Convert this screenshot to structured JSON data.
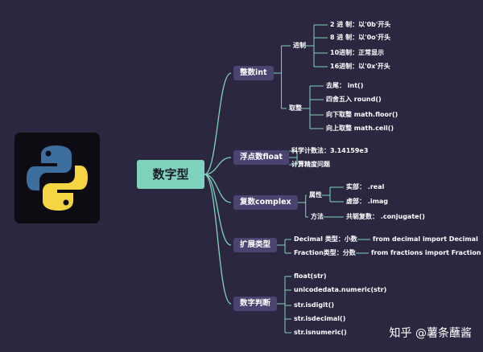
{
  "root": "数字型",
  "logo_icon": "python-logo-icon",
  "watermark": "知乎 @薯条蘸酱",
  "colors": {
    "background": "#2c2740",
    "root": "#7fd3bd",
    "branch": "#4a4470",
    "line": "#7fd3bd",
    "python_blue": "#3d6f9e",
    "python_yellow": "#f5d544"
  },
  "branches": [
    {
      "label": "整数int",
      "children": [
        {
          "label": "进制",
          "children": [
            "2 进 制：以'0b'开头",
            "8 进 制：以'0o'开头",
            "10进制：正常显示",
            "16进制：以'0x'开头"
          ]
        },
        {
          "label": "取整",
          "children": [
            "去尾： int()",
            "四舍五入 round()",
            "向下取整 math.floor()",
            "向上取整 math.ceil()"
          ]
        }
      ]
    },
    {
      "label": "浮点数float",
      "children": [
        "科学计数法：3.14159e3",
        "计算精度问题"
      ]
    },
    {
      "label": "复数complex",
      "children": [
        {
          "label": "属性",
          "children": [
            "实部： .real",
            "虚部： .imag"
          ]
        },
        {
          "label": "方法",
          "children": [
            "共轭复数： .conjugate()"
          ]
        }
      ]
    },
    {
      "label": "扩展类型",
      "children": [
        {
          "label": "Decimal 类型：小数",
          "children": [
            "from decimal import Decimal"
          ]
        },
        {
          "label": "Fraction类型：分数",
          "children": [
            "from fractions import Fraction"
          ]
        }
      ]
    },
    {
      "label": "数字判断",
      "children": [
        "float(str)",
        "unicodedata.numeric(str)",
        "str.isdigit()",
        "str.isdecimal()",
        "str.isnumeric()"
      ]
    }
  ]
}
